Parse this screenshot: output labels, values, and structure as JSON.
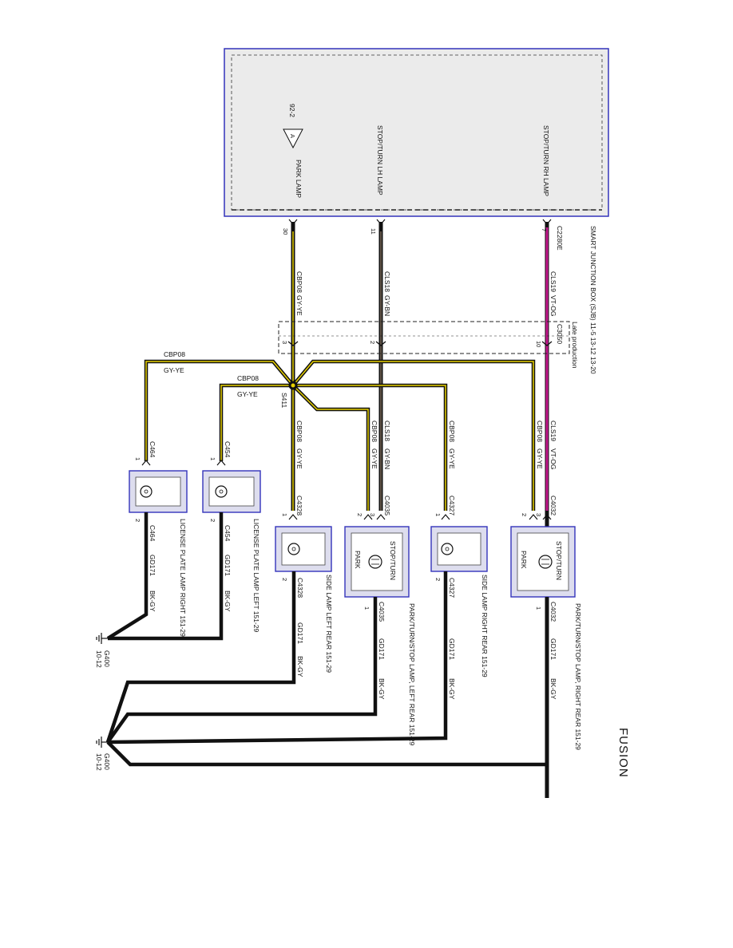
{
  "page": {
    "model": "FUSION"
  },
  "colors": {
    "module_border": "#3333bb",
    "module_fill": "#ebebeb",
    "wire_black": "#111111",
    "wire_yellow": "#e8d100",
    "wire_violet": "#c2188c",
    "wire_gray": "#8a8a8a"
  },
  "module": {
    "label": "SMART JUNCTION BOX (SJB) 11-5 13-12 13-20",
    "connector": "C2280E",
    "circuits": [
      {
        "label": "STOP/TURN RH LAMP",
        "pin": "7"
      },
      {
        "label": "STOP/TURN LH LAMP",
        "pin": "11"
      },
      {
        "label": "PARK LAMP",
        "pin": "30",
        "ref": "92-2",
        "ref_letter": "A"
      }
    ]
  },
  "wires_upper": [
    {
      "circuit": "CLS19",
      "color": "VT-OG"
    },
    {
      "circuit": "CLS18",
      "color": "GY-BN"
    },
    {
      "circuit": "CBP08",
      "color": "GY-YE"
    }
  ],
  "inline_connector": {
    "name": "C3050",
    "note": "Late production",
    "pins": [
      "10",
      "2",
      "3"
    ]
  },
  "splice": {
    "name": "S411"
  },
  "branches": [
    {
      "circuit": "CBP08",
      "color": "GY-YE"
    },
    {
      "circuit": "CBP08",
      "color": "GY-YE"
    }
  ],
  "wires_lower": [
    {
      "circuit": "CLS19",
      "color": "VT-OG"
    },
    {
      "circuit": "CBP08",
      "color": "GY-YE"
    },
    {
      "circuit": "CBP08",
      "color": "GY-YE"
    },
    {
      "circuit": "CLS18",
      "color": "GY-BN"
    },
    {
      "circuit": "CBP08",
      "color": "GY-YE"
    },
    {
      "circuit": "CBP08",
      "color": "GY-YE"
    }
  ],
  "lamps": [
    {
      "connector": "C4032",
      "pins": [
        "2",
        "3"
      ],
      "out_pin": "1",
      "upper_text": "STOP/TURN",
      "lower_text": "PARK",
      "label": "PARK/TURN/STOP LAMP, RIGHT REAR 151-29",
      "ground_circuit": "GD171",
      "ground_color": "BK-GY"
    },
    {
      "connector": "C4327",
      "pins": [
        "1"
      ],
      "out_pin": "2",
      "label": "SIDE LAMP RIGHT REAR 151-29",
      "ground_circuit": "GD171",
      "ground_color": "BK-GY"
    },
    {
      "connector": "C4035",
      "pins": [
        "2",
        "3"
      ],
      "out_pin": "1",
      "upper_text": "STOP/TURN",
      "lower_text": "PARK",
      "label": "PARK/TURN/STOP LAMP, LEFT REAR 151-29",
      "ground_circuit": "GD171",
      "ground_color": "BK-GY"
    },
    {
      "connector": "C4328",
      "pins": [
        "1"
      ],
      "out_pin": "2",
      "label": "SIDE LAMP LEFT REAR 151-29",
      "ground_circuit": "GD171",
      "ground_color": "BK-GY"
    },
    {
      "connector": "C454",
      "pins": [
        "1"
      ],
      "out_pin": "2",
      "label": "LICENSE PLATE LAMP LEFT 151-29",
      "ground_circuit": "GD171",
      "ground_color": "BK-GY"
    },
    {
      "connector": "C464",
      "pins": [
        "1"
      ],
      "out_pin": "2",
      "label": "LICENSE PLATE LAMP RIGHT 151-29",
      "ground_circuit": "GD171",
      "ground_color": "BK-GY"
    }
  ],
  "grounds": [
    {
      "name": "G400",
      "ref": "10-12"
    },
    {
      "name": "G400",
      "ref": "10-12"
    }
  ]
}
